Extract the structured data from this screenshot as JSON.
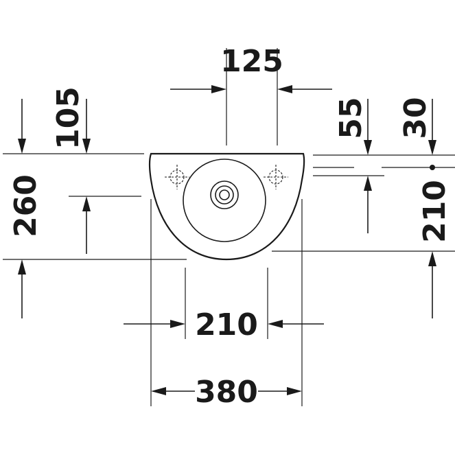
{
  "dimensions": {
    "tap_hole_spacing": "125",
    "left_top_offset": "105",
    "right_offset_a": "55",
    "right_offset_b": "30",
    "overall_depth": "260",
    "right_height": "210",
    "bowl_width": "210",
    "overall_width": "380"
  },
  "colors": {
    "line": "#1a1a1a",
    "background": "#ffffff"
  }
}
